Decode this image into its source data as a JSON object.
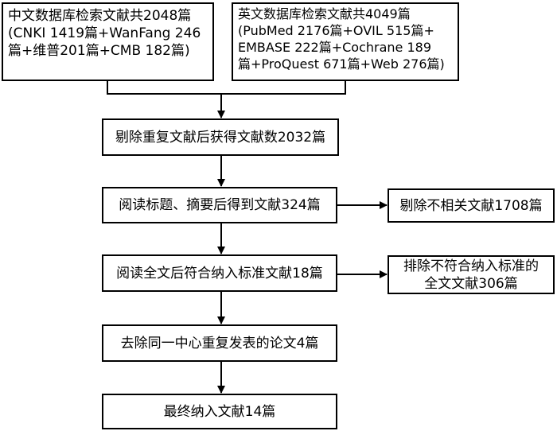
{
  "source_cn": {
    "lines": [
      "中文数据库检索文献共2048篇",
      "(CNKI 1419篇+WanFang 246",
      "篇+维普201篇+CMB 182篇)"
    ]
  },
  "source_en": {
    "lines": [
      "英文数据库检索文献共4049篇",
      "(PubMed 2176篇+OVIL 515篇+",
      "EMBASE 222篇+Cochrane 189",
      "篇+ProQuest 671篇+Web 276篇)"
    ]
  },
  "steps": [
    "剔除重复文献后获得文献数2032篇",
    "阅读标题、摘要后得到文献324篇",
    "阅读全文后符合纳入标准文献18篇",
    "去除同一中心重复发表的论文4篇",
    "最终纳入文献14篇"
  ],
  "exclusions": {
    "irrelevant": [
      "剔除不相关文献1708篇"
    ],
    "nonqualifying": [
      "排除不符合纳入标准的",
      "全文文献306篇"
    ]
  }
}
